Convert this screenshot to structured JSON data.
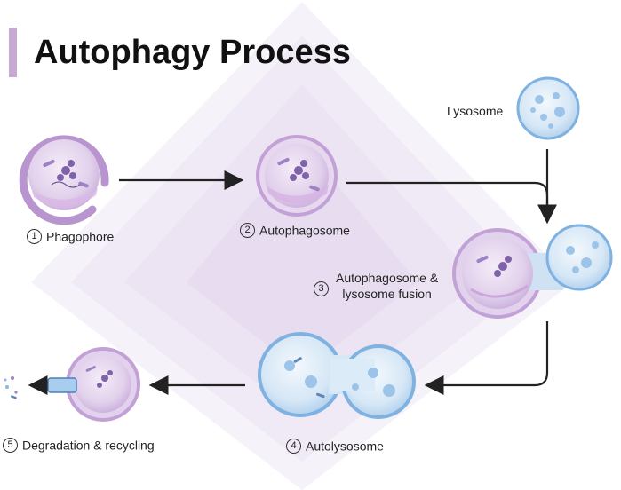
{
  "title": "Autophagy Process",
  "colors": {
    "accent_bar": "#c7a9d6",
    "vesicle_purple": "#c9a7d9",
    "lysosome_blue": "#8fc0e6",
    "arrow": "#222222"
  },
  "icons": [
    "phagophore-icon",
    "autophagosome-icon",
    "lysosome-icon",
    "fusion-icon",
    "autolysosome-icon",
    "degradation-icon"
  ],
  "steps": [
    {
      "number": "1",
      "label": "Phagophore"
    },
    {
      "number": "2",
      "label": "Autophagosome"
    },
    {
      "number": "3",
      "label_line1": "Autophagosome &",
      "label_line2": "lysosome fusion"
    },
    {
      "number": "4",
      "label": "Autolysosome"
    },
    {
      "number": "5",
      "label": "Degradation & recycling"
    }
  ],
  "lysosome_label": "Lysosome"
}
